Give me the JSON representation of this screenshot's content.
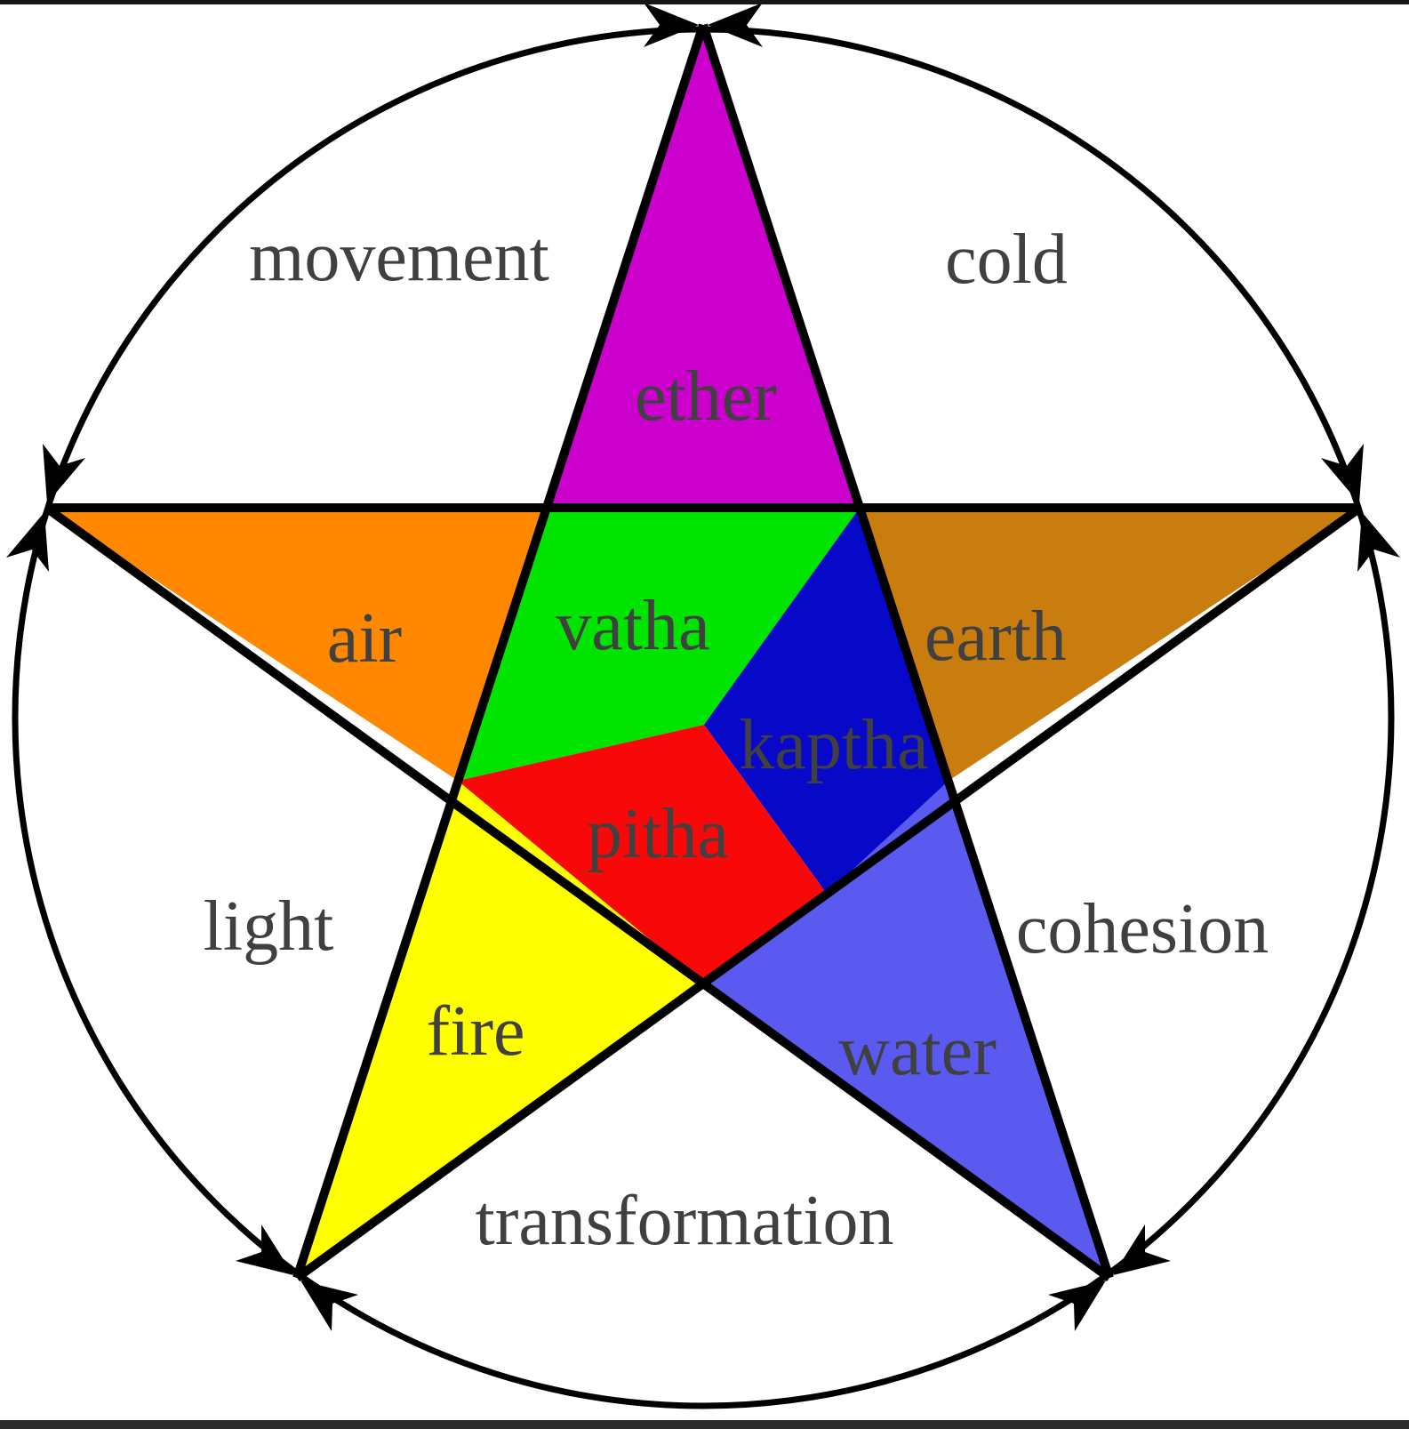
{
  "diagram": {
    "title": "Five elements and three doshas pentagram",
    "background": "#ffffff",
    "outline_color": "#000000",
    "label_color": "#404040",
    "letterbox_top_color": "#161616",
    "letterbox_bottom_color": "#2b2b2b",
    "elements": {
      "ether": {
        "label": "ether",
        "color": "#cc00cc"
      },
      "air": {
        "label": "air",
        "color": "#ff8800"
      },
      "earth": {
        "label": "earth",
        "color": "#c87d0e"
      },
      "fire": {
        "label": "fire",
        "color": "#ffff00"
      },
      "water": {
        "label": "water",
        "color": "#5a5af0"
      }
    },
    "doshas": {
      "vatha": {
        "label": "vatha",
        "color": "#00e400"
      },
      "pitha": {
        "label": "pitha",
        "color": "#f80808"
      },
      "kaptha": {
        "label": "kaptha",
        "color": "#0808c8"
      }
    },
    "qualities": {
      "movement": {
        "label": "movement"
      },
      "cold": {
        "label": "cold"
      },
      "cohesion": {
        "label": "cohesion"
      },
      "transformation": {
        "label": "transformation"
      },
      "light": {
        "label": "light"
      }
    }
  }
}
